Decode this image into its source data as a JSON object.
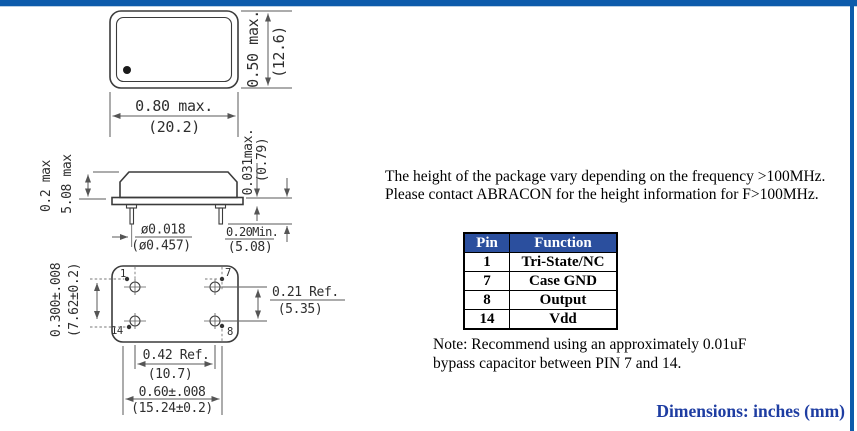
{
  "colors": {
    "accent_bar": "#0d5bab",
    "table_header_bg": "#2b4f9e",
    "footer_text": "#1e3da2",
    "drawing_line": "#3b3b3b"
  },
  "drawing": {
    "top_view": {
      "width_in": "0.80 max.",
      "width_mm": "(20.2)",
      "height_in": "0.50 max.",
      "height_mm": "(12.6)"
    },
    "side_view": {
      "standoff_in": "0.2 max",
      "body_height_in": "5.08 max",
      "base_thickness_in": "0.031max.",
      "base_thickness_mm": "(0.79)",
      "lead_dia_in": "ø0.018",
      "lead_dia_mm": "(ø0.457)",
      "lead_length_in": "0.20Min.",
      "lead_length_mm": "(5.08)"
    },
    "bottom_view": {
      "pin1_label": "1",
      "pin7_label": "7",
      "pin8_label": "8",
      "pin14_label": "14",
      "row_pitch_in": "0.300±.008",
      "row_pitch_mm": "(7.62±0.2)",
      "hole_row_in": "0.21 Ref.",
      "hole_row_mm": "(5.35)",
      "hole_pitch_in": "0.42 Ref.",
      "hole_pitch_mm": "(10.7)",
      "lead_span_in": "0.60±.008",
      "lead_span_mm": "(15.24±0.2)"
    }
  },
  "height_note": {
    "line1": "The height of the package vary depending on the frequency >100MHz.",
    "line2": "Please contact ABRACON for the height information for F>100MHz."
  },
  "pin_table": {
    "headers": {
      "pin": "Pin",
      "function": "Function"
    },
    "rows": [
      {
        "pin": "1",
        "function": "Tri-State/NC"
      },
      {
        "pin": "7",
        "function": "Case GND"
      },
      {
        "pin": "8",
        "function": "Output"
      },
      {
        "pin": "14",
        "function": "Vdd"
      }
    ]
  },
  "bypass_note": {
    "line1": "Note: Recommend using an approximately 0.01uF",
    "line2": "bypass capacitor between PIN 7 and 14."
  },
  "footer": {
    "units_label": "Dimensions: inches (mm)"
  }
}
